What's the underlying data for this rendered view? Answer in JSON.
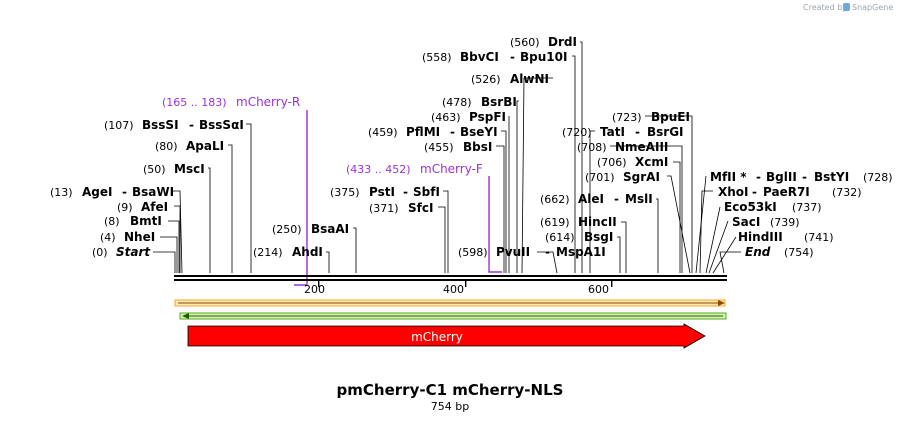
{
  "credit": {
    "prefix": "Created by",
    "brand": "SnapGene"
  },
  "map": {
    "title": "pmCherry-C1 mCherry-NLS",
    "length_label": "754 bp",
    "length": 754,
    "axis_ticks": [
      "200",
      "400",
      "600"
    ],
    "left_sites": [
      {
        "pos": "(0)",
        "name": "Start",
        "italic": true
      },
      {
        "pos": "(4)",
        "name": "NheI"
      },
      {
        "pos": "(8)",
        "name": "BmtI"
      },
      {
        "pos": "(9)",
        "name": "AfeI"
      },
      {
        "pos": "(13)",
        "name": "AgeI",
        "name2": "BsaWI"
      },
      {
        "pos": "(50)",
        "name": "MscI"
      },
      {
        "pos": "(80)",
        "name": "ApaLI"
      },
      {
        "pos": "(107)",
        "name": "BssSI",
        "name2": "BssSαI"
      },
      {
        "pos": "(214)",
        "name": "AhdI"
      },
      {
        "pos": "(250)",
        "name": "BsaAI"
      },
      {
        "pos": "(371)",
        "name": "SfcI"
      },
      {
        "pos": "(375)",
        "name": "PstI",
        "name2": "SbfI"
      },
      {
        "pos": "(455)",
        "name": "BbsI"
      },
      {
        "pos": "(459)",
        "name": "PflMI",
        "name2": "BseYI"
      },
      {
        "pos": "(463)",
        "name": "PspFI"
      },
      {
        "pos": "(478)",
        "name": "BsrBI"
      },
      {
        "pos": "(526)",
        "name": "AlwNI"
      },
      {
        "pos": "(558)",
        "name": "BbvCI",
        "name2": "Bpu10I"
      },
      {
        "pos": "(560)",
        "name": "DrdI"
      },
      {
        "pos": "(598)",
        "name": "PvuII",
        "name2": "MspA1I"
      },
      {
        "pos": "(614)",
        "name": "BsgI"
      },
      {
        "pos": "(619)",
        "name": "HincII"
      },
      {
        "pos": "(662)",
        "name": "AleI",
        "name2": "MslI"
      }
    ],
    "right_sites": [
      {
        "name": "PspFI",
        "pos": "(463)"
      },
      {
        "name": "BpuEI",
        "pos": "(723)"
      },
      {
        "name": "TatI",
        "name2": "BsrGI",
        "pos": "(720)"
      },
      {
        "name": "NmeAIII",
        "pos": "(708)"
      },
      {
        "name": "XcmI",
        "pos": "(706)"
      },
      {
        "name": "SgrAI",
        "pos": "(701)"
      },
      {
        "name": "MfII *",
        "name2": "BglII",
        "name3": "BstYI",
        "pos": "(728)"
      },
      {
        "name": "XhoI",
        "name2": "PaeR7I",
        "pos": "(732)"
      },
      {
        "name": "Eco53kI",
        "pos": "(737)"
      },
      {
        "name": "SacI",
        "pos": "(739)"
      },
      {
        "name": "HindIII",
        "pos": "(741)"
      },
      {
        "name": "End",
        "pos": "(754)",
        "italic": true
      }
    ],
    "primers": [
      {
        "range": "(165 .. 183)",
        "name": "mCherry-R"
      },
      {
        "range": "(433 .. 452)",
        "name": "mCherry-F"
      }
    ],
    "features": [
      {
        "name": "mCherry",
        "start": 10,
        "end": 719,
        "color": "#ff0000",
        "direction": "forward"
      }
    ],
    "colors": {
      "primer": "#9b30d9",
      "feature": "#ff0000",
      "orf_forward": "#f5a623",
      "orf_reverse": "#55aa22"
    }
  }
}
